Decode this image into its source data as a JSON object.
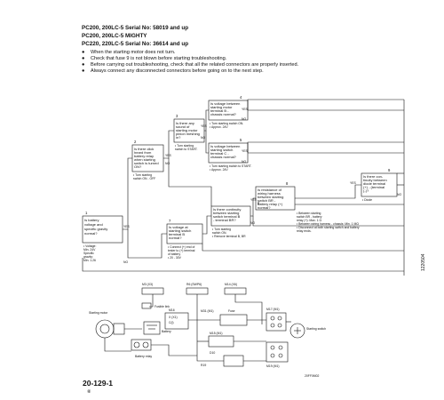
{
  "header": {
    "lines": [
      "PC200, 200LC-5 Serial No: 58019 and up",
      "PC200, 200LC-5 MIGHTY",
      "PC220, 220LC-5 Serial No: 36614 and up"
    ]
  },
  "bullets": [
    "When the starting motor does not turn.",
    "Check that fuse 9 is not blown before starting troubleshooting.",
    "Before carrying out troubleshooting, check that all the related connectors are properly inserted.",
    "Always connect any disconnected connectors before going on to the next step."
  ],
  "tree": {
    "q1": [
      "Is battery",
      "voltage and",
      "specific gravity",
      "normal?"
    ],
    "q1_note": [
      "• Voltage:",
      "  Min. 24V",
      "Specific",
      "gravity:",
      "  Min. 1.26"
    ],
    "q2": [
      "Is there click",
      "heard from",
      "battery relay",
      "when starting",
      "switch is turned",
      "ON?"
    ],
    "q2_note": [
      "• Turn starting",
      "  switch ON - OFF"
    ],
    "q3": [
      "Is there any",
      "sound of",
      "starting motor",
      "pinion meshing",
      "in?"
    ],
    "q3_note": [
      "• Turn starting",
      "  switch to START."
    ],
    "q4": [
      "Is voltage between",
      "starting motor",
      "terminal B -",
      "chassis normal?"
    ],
    "q4_note": [
      "• Turn starting switch ON.",
      "• Approx. 24V"
    ],
    "q5": [
      "Is voltage between",
      "starting switch",
      "terminal C -",
      "chassis normal?"
    ],
    "q5_note": [
      "• Turn starting switch to START.",
      "• Approx. 24V"
    ],
    "q6": [
      "Is there continuity",
      "between starting",
      "switch terminal B",
      "- terminal BR?"
    ],
    "q6_note": [
      "• Turn starting",
      "  switch ON.",
      "• Remove terminal B, BR"
    ],
    "q7": [
      "Is voltage at",
      "starting switch",
      "terminal B",
      "normal?"
    ],
    "q7_note": [
      "• Connect (+) end of",
      "  tester to (+) terminal",
      "  of battery",
      "• 20 - 30V"
    ],
    "q8": [
      "Is resistance of",
      "wiring harness",
      "between starting",
      "switch BR -",
      "battery relay (+)",
      "normal?"
    ],
    "q8_note": [
      "• Between starting",
      "  switch BR - battery",
      "  relay (+): Max. 1 Ω",
      "• Between wiring harness - chassis: Min. 1 MΩ",
      "• Disconnect at both starting switch and battery",
      "  relay ends."
    ],
    "q9": [
      "Is there con-",
      "tinuity between",
      "diode terminal",
      "(+) - (terminal",
      "(-)?"
    ],
    "q9_note": [
      "• Diode"
    ],
    "numbers": [
      "1",
      "2",
      "3",
      "4",
      "5",
      "6",
      "7",
      "8",
      "9"
    ],
    "answers": {
      "yes": "YES",
      "no": "NO"
    }
  },
  "circuit": {
    "top_labels": [
      "M3 (X3)",
      "R6 (SWP6)",
      "M14 (X6)"
    ],
    "fusible_link": "Fusible link",
    "fuse": "Fuse",
    "battery": "Battery",
    "battery_relay": "Battery relay",
    "starting_motor": "Starting motor",
    "starting_switch": "Starting switch",
    "connectors": [
      "M17 (M1)",
      "M15 (M1)",
      "M31 (M1)",
      "M16",
      "X (X1)",
      "C(l)",
      "M19 (M1)",
      "D10",
      "R19"
    ],
    "drawing_no": "20FF0M02"
  },
  "side_code": "1220504",
  "page": {
    "number": "20-129-1",
    "sub": "⑧"
  }
}
